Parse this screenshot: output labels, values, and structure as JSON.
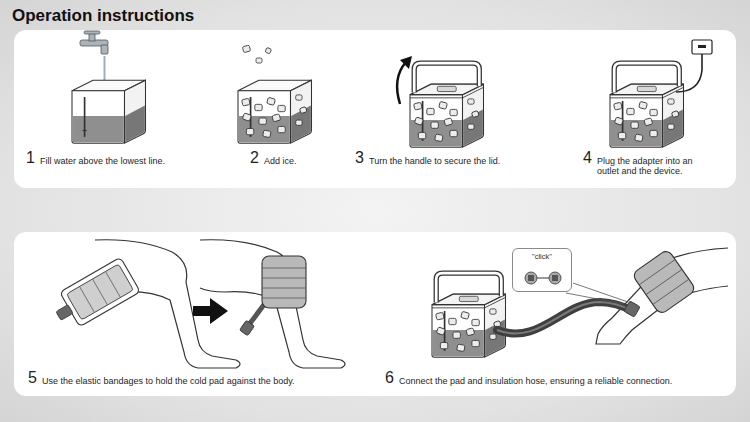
{
  "diagram": {
    "title": "Operation instructions",
    "nodes": [
      {
        "text": [
          "\"click\""
        ]
      }
    ],
    "labels": [
      "1",
      "Fill water above the lowest line.",
      "2",
      "Add ice.",
      "3",
      "Turn the handle to secure the lid.",
      "4",
      "Plug the adapter into an outlet and the device.",
      "5",
      "Use the elastic bandages to hold the cold pad against the body.",
      "6",
      "Connect the pad and insulation hose, ensuring a reliable connection."
    ]
  }
}
